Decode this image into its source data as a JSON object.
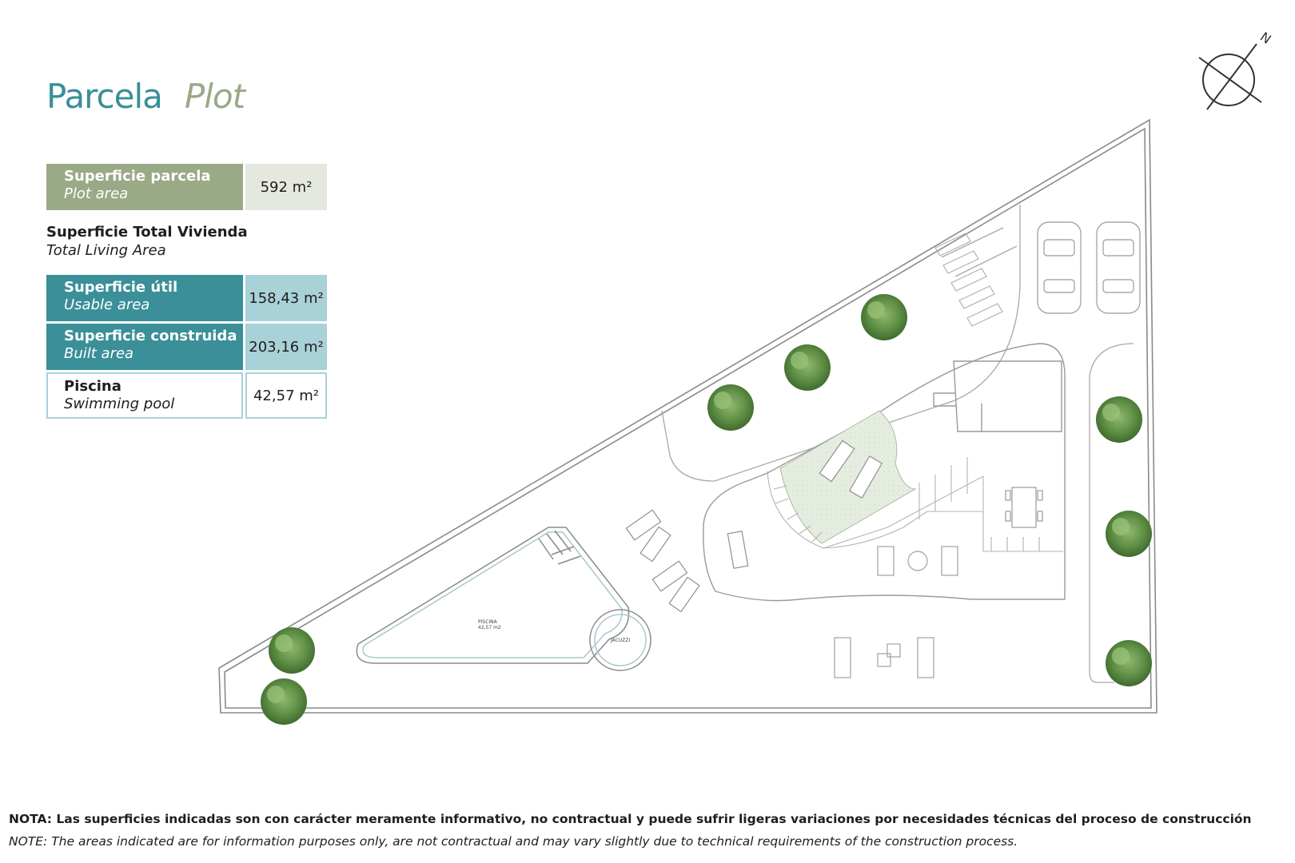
{
  "title": {
    "es": "Parcela",
    "en": "Plot"
  },
  "plot_area": {
    "label_es": "Superficie parcela",
    "label_en": "Plot area",
    "value": "592 m²"
  },
  "total_living": {
    "label_es": "Superficie Total Vivienda",
    "label_en": "Total Living Area"
  },
  "areas": [
    {
      "label_es": "Superficie útil",
      "label_en": "Usable area",
      "value": "158,43 m²"
    },
    {
      "label_es": "Superficie construida",
      "label_en": "Built area",
      "value": "203,16 m²"
    },
    {
      "label_es": "Piscina",
      "label_en": "Swimming pool",
      "value": "42,57 m²"
    }
  ],
  "plan_labels": {
    "pool_name": "PISCINA",
    "pool_area": "42,57 m2",
    "jacuzzi": "JACUZZI",
    "north": "N"
  },
  "note": {
    "es": "NOTA: Las superficies indicadas son con carácter meramente informativo, no contractual y puede sufrir ligeras variaciones por necesidades técnicas del proceso de construcción",
    "en": "NOTE: The areas indicated are for information purposes only, are not contractual and may vary slightly due to technical requirements of the construction process."
  },
  "colors": {
    "teal": "#3a8f98",
    "sage": "#9aa986",
    "sage_light": "#e4e8df",
    "teal_light": "#a9d1d8"
  }
}
